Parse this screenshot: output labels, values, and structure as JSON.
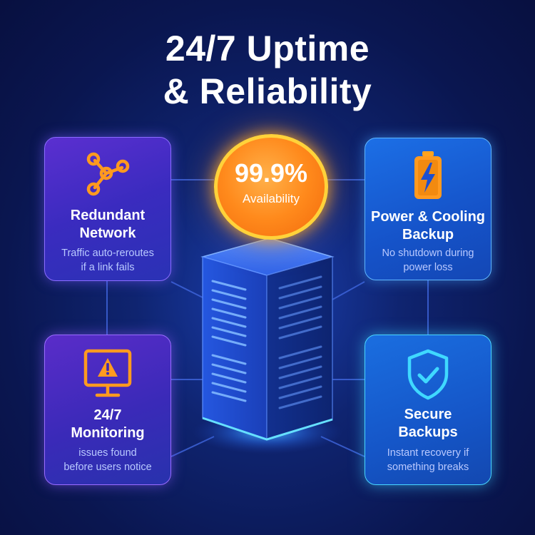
{
  "header": {
    "title_line1": "24/7 Uptime",
    "title_line2": "& Reliability"
  },
  "badge": {
    "value": "99.9%",
    "label": "Availability"
  },
  "cards": {
    "network": {
      "title_line1": "Redundant",
      "title_line2": "Network",
      "desc_line1": "Traffic auto-reroutes",
      "desc_line2": "if a link fails",
      "icon": "network-nodes-icon"
    },
    "power": {
      "title_line1": "Power & Cooling",
      "title_line2": "Backup",
      "desc_line1": "No shutdown during",
      "desc_line2": "power loss",
      "icon": "battery-bolt-icon"
    },
    "monitoring": {
      "title_line1": "24/7",
      "title_line2": "Monitoring",
      "desc_line1": "issues found",
      "desc_line2": "before users notice",
      "icon": "monitor-warning-icon"
    },
    "backups": {
      "title_line1": "Secure",
      "title_line2": "Backups",
      "desc_line1": "Instant recovery if",
      "desc_line2": "something breaks",
      "icon": "shield-check-icon"
    }
  },
  "colors": {
    "background": "#0a1650",
    "accent_orange": "#ff8a1c",
    "badge_ring": "#ffd23a",
    "glow_cyan": "#49d6ff",
    "desc_text": "#b9c9ff"
  }
}
